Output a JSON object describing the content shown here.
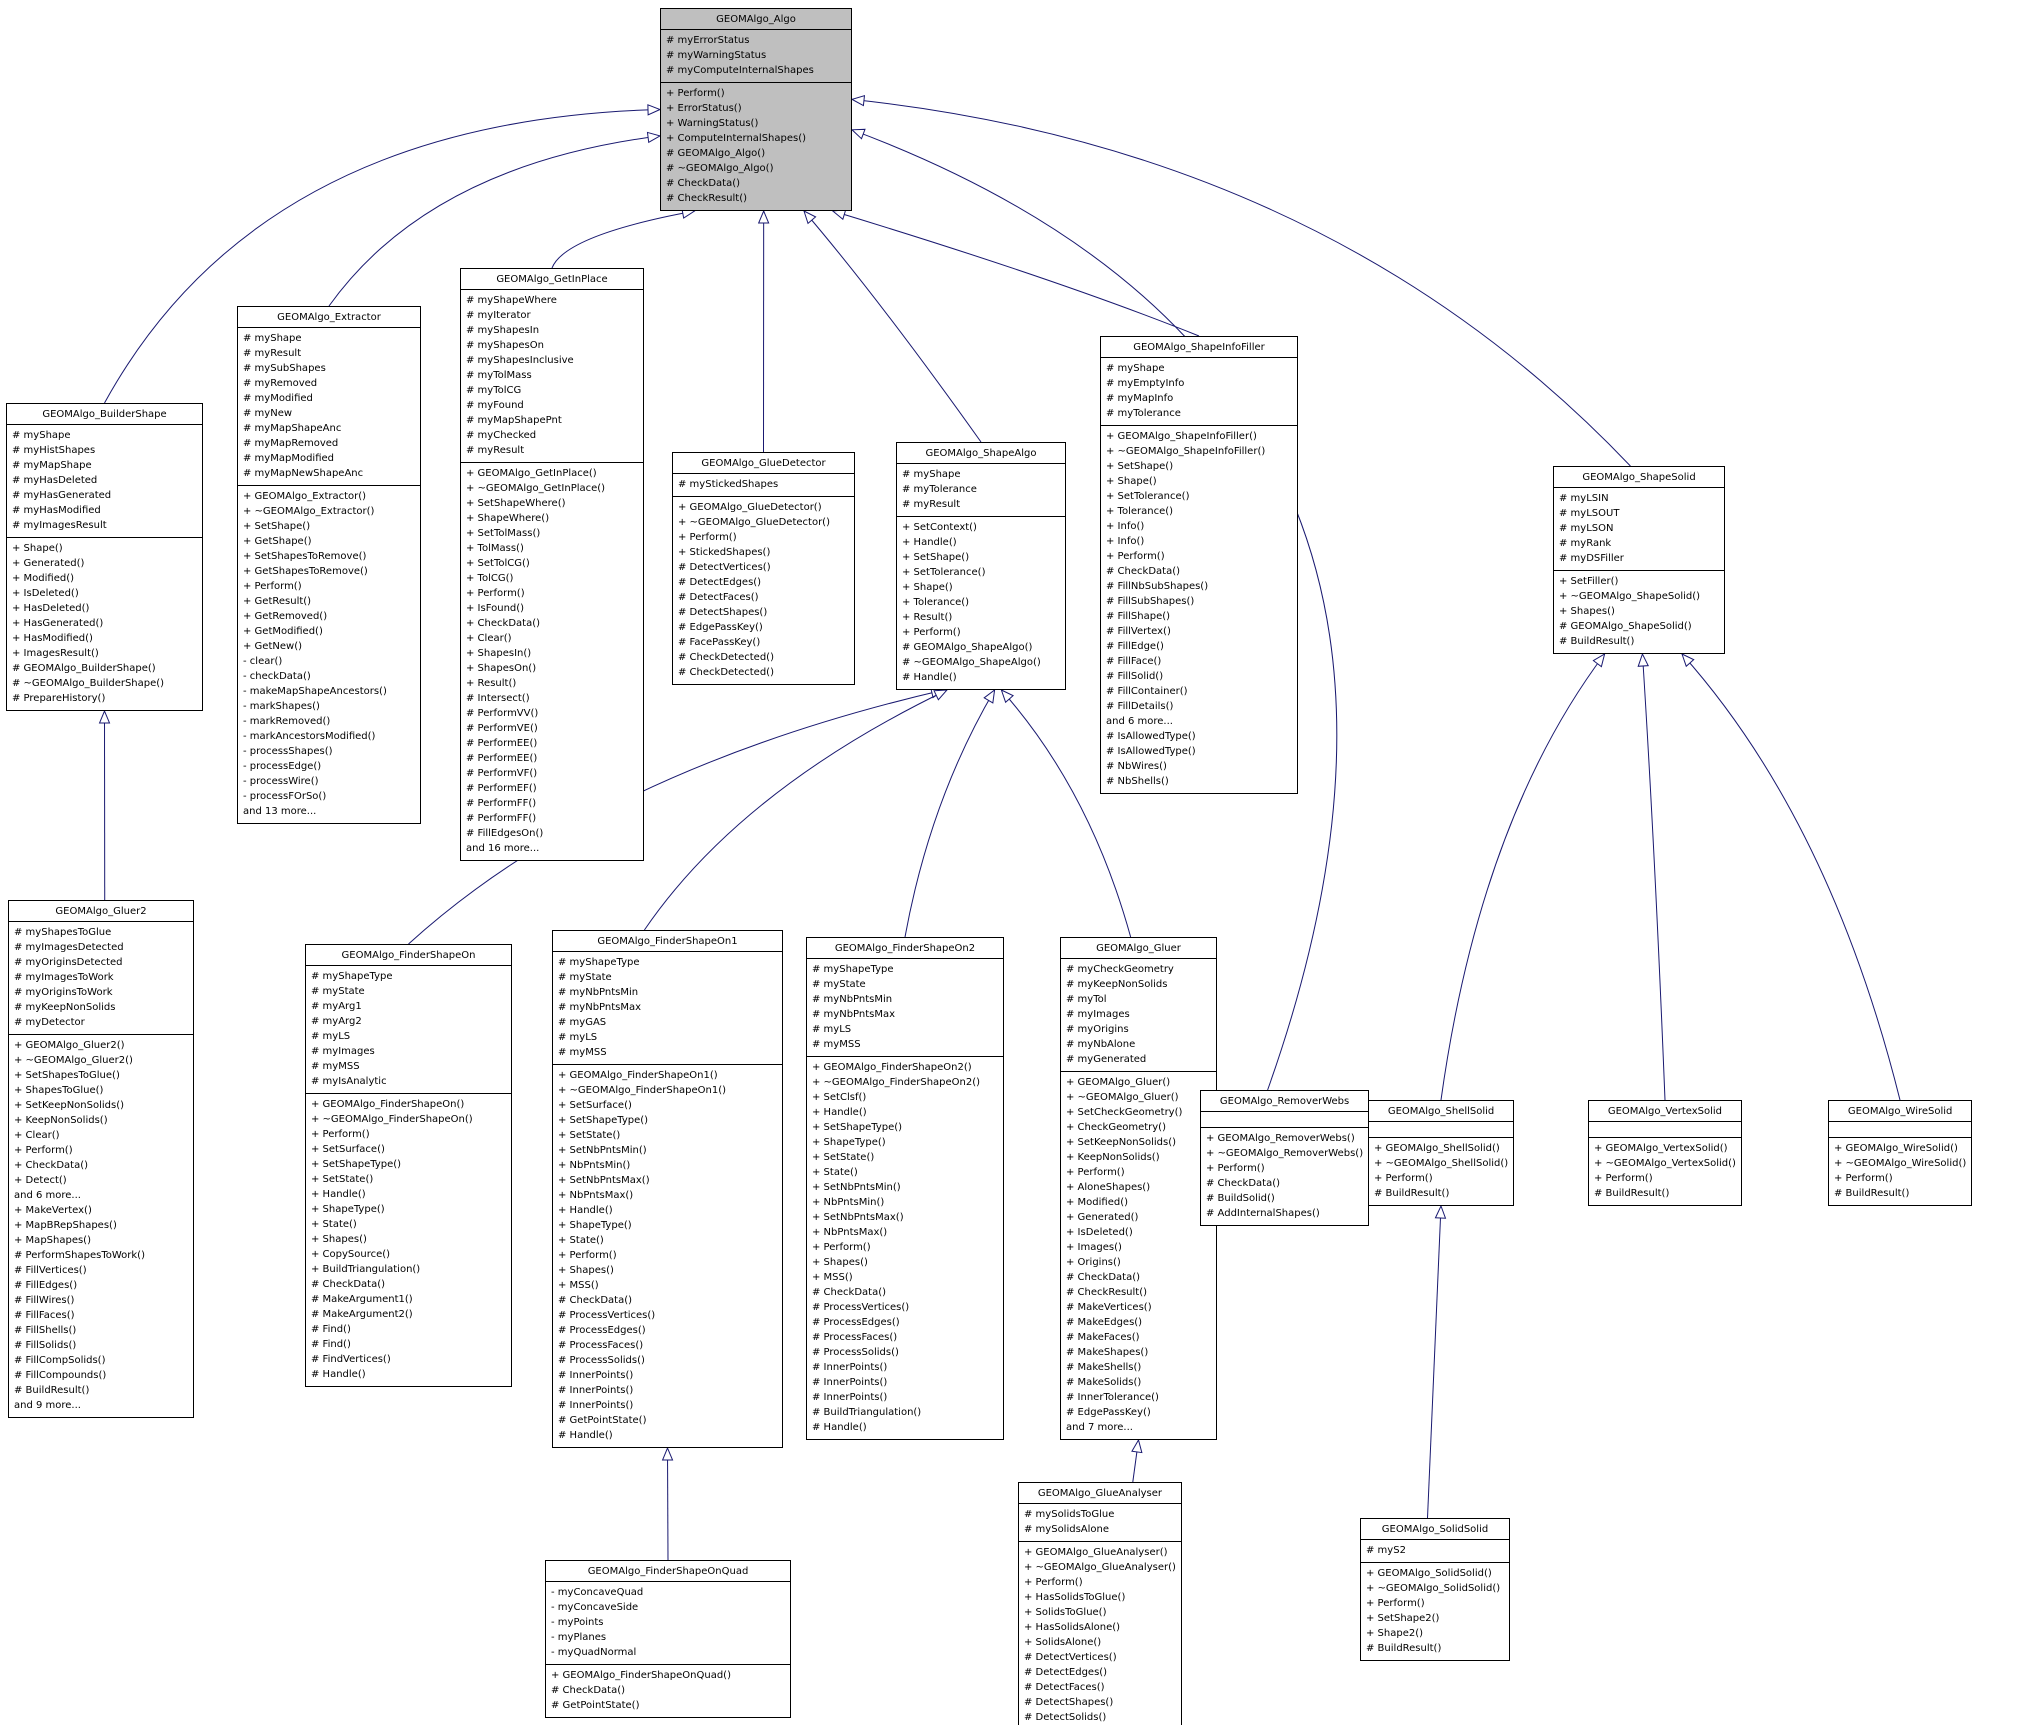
{
  "diagram": {
    "title": "GEOMAlgo inheritance graph",
    "edge_color": "#191970",
    "highlight_fill": "#bfbfbf",
    "classes": [
      {
        "id": "algo",
        "name": "GEOMAlgo_Algo",
        "highlight": true,
        "attributes": [
          "# myErrorStatus",
          "# myWarningStatus",
          "# myComputeInternalShapes"
        ],
        "methods": [
          "+ Perform()",
          "+ ErrorStatus()",
          "+ WarningStatus()",
          "+ ComputeInternalShapes()",
          "# GEOMAlgo_Algo()",
          "# ~GEOMAlgo_Algo()",
          "# CheckData()",
          "# CheckResult()"
        ]
      },
      {
        "id": "builder_shape",
        "name": "GEOMAlgo_BuilderShape",
        "highlight": false,
        "attributes": [
          "# myShape",
          "# myHistShapes",
          "# myMapShape",
          "# myHasDeleted",
          "# myHasGenerated",
          "# myHasModified",
          "# myImagesResult"
        ],
        "methods": [
          "+ Shape()",
          "+ Generated()",
          "+ Modified()",
          "+ IsDeleted()",
          "+ HasDeleted()",
          "+ HasGenerated()",
          "+ HasModified()",
          "+ ImagesResult()",
          "# GEOMAlgo_BuilderShape()",
          "# ~GEOMAlgo_BuilderShape()",
          "# PrepareHistory()"
        ]
      },
      {
        "id": "extractor",
        "name": "GEOMAlgo_Extractor",
        "highlight": false,
        "attributes": [
          "# myShape",
          "# myResult",
          "# mySubShapes",
          "# myRemoved",
          "# myModified",
          "# myNew",
          "# myMapShapeAnc",
          "# myMapRemoved",
          "# myMapModified",
          "# myMapNewShapeAnc"
        ],
        "methods": [
          "+ GEOMAlgo_Extractor()",
          "+ ~GEOMAlgo_Extractor()",
          "+ SetShape()",
          "+ GetShape()",
          "+ SetShapesToRemove()",
          "+ GetShapesToRemove()",
          "+ Perform()",
          "+ GetResult()",
          "+ GetRemoved()",
          "+ GetModified()",
          "+ GetNew()",
          "- clear()",
          "- checkData()",
          "- makeMapShapeAncestors()",
          "- markShapes()",
          "- markRemoved()",
          "- markAncestorsModified()",
          "- processShapes()",
          "- processEdge()",
          "- processWire()",
          "- processFOrSo()",
          "and 13 more..."
        ]
      },
      {
        "id": "get_in_place",
        "name": "GEOMAlgo_GetInPlace",
        "highlight": false,
        "attributes": [
          "# myShapeWhere",
          "# myIterator",
          "# myShapesIn",
          "# myShapesOn",
          "# myShapesInclusive",
          "# myTolMass",
          "# myTolCG",
          "# myFound",
          "# myMapShapePnt",
          "# myChecked",
          "# myResult"
        ],
        "methods": [
          "+ GEOMAlgo_GetInPlace()",
          "+ ~GEOMAlgo_GetInPlace()",
          "+ SetShapeWhere()",
          "+ ShapeWhere()",
          "+ SetTolMass()",
          "+ TolMass()",
          "+ SetTolCG()",
          "+ TolCG()",
          "+ Perform()",
          "+ IsFound()",
          "+ CheckData()",
          "+ Clear()",
          "+ ShapesIn()",
          "+ ShapesOn()",
          "+ Result()",
          "# Intersect()",
          "# PerformVV()",
          "# PerformVE()",
          "# PerformEE()",
          "# PerformEE()",
          "# PerformVF()",
          "# PerformEF()",
          "# PerformFF()",
          "# PerformFF()",
          "# FillEdgesOn()",
          "and 16 more..."
        ]
      },
      {
        "id": "glue_detector",
        "name": "GEOMAlgo_GlueDetector",
        "highlight": false,
        "attributes": [
          "# myStickedShapes"
        ],
        "methods": [
          "+ GEOMAlgo_GlueDetector()",
          "+ ~GEOMAlgo_GlueDetector()",
          "+ Perform()",
          "+ StickedShapes()",
          "# DetectVertices()",
          "# DetectEdges()",
          "# DetectFaces()",
          "# DetectShapes()",
          "# EdgePassKey()",
          "# FacePassKey()",
          "# CheckDetected()",
          "# CheckDetected()"
        ]
      },
      {
        "id": "shape_algo",
        "name": "GEOMAlgo_ShapeAlgo",
        "highlight": false,
        "attributes": [
          "# myShape",
          "# myTolerance",
          "# myResult"
        ],
        "methods": [
          "+ SetContext()",
          "+ Handle()",
          "+ SetShape()",
          "+ SetTolerance()",
          "+ Shape()",
          "+ Tolerance()",
          "+ Result()",
          "+ Perform()",
          "# GEOMAlgo_ShapeAlgo()",
          "# ~GEOMAlgo_ShapeAlgo()",
          "# Handle()"
        ]
      },
      {
        "id": "shape_info_filler",
        "name": "GEOMAlgo_ShapeInfoFiller",
        "highlight": false,
        "attributes": [
          "# myShape",
          "# myEmptyInfo",
          "# myMapInfo",
          "# myTolerance"
        ],
        "methods": [
          "+ GEOMAlgo_ShapeInfoFiller()",
          "+ ~GEOMAlgo_ShapeInfoFiller()",
          "+ SetShape()",
          "+ Shape()",
          "+ SetTolerance()",
          "+ Tolerance()",
          "+ Info()",
          "+ Info()",
          "+ Perform()",
          "# CheckData()",
          "# FillNbSubShapes()",
          "# FillSubShapes()",
          "# FillShape()",
          "# FillVertex()",
          "# FillEdge()",
          "# FillFace()",
          "# FillSolid()",
          "# FillContainer()",
          "# FillDetails()",
          "and 6 more...",
          "# IsAllowedType()",
          "# IsAllowedType()",
          "# NbWires()",
          "# NbShells()"
        ]
      },
      {
        "id": "shape_solid",
        "name": "GEOMAlgo_ShapeSolid",
        "highlight": false,
        "attributes": [
          "# myLSIN",
          "# myLSOUT",
          "# myLSON",
          "# myRank",
          "# myDSFiller"
        ],
        "methods": [
          "+ SetFiller()",
          "+ ~GEOMAlgo_ShapeSolid()",
          "+ Shapes()",
          "# GEOMAlgo_ShapeSolid()",
          "# BuildResult()"
        ]
      },
      {
        "id": "gluer2",
        "name": "GEOMAlgo_Gluer2",
        "highlight": false,
        "attributes": [
          "# myShapesToGlue",
          "# myImagesDetected",
          "# myOriginsDetected",
          "# myImagesToWork",
          "# myOriginsToWork",
          "# myKeepNonSolids",
          "# myDetector"
        ],
        "methods": [
          "+ GEOMAlgo_Gluer2()",
          "+ ~GEOMAlgo_Gluer2()",
          "+ SetShapesToGlue()",
          "+ ShapesToGlue()",
          "+ SetKeepNonSolids()",
          "+ KeepNonSolids()",
          "+ Clear()",
          "+ Perform()",
          "+ CheckData()",
          "+ Detect()",
          "and 6 more...",
          "+ MakeVertex()",
          "+ MapBRepShapes()",
          "+ MapShapes()",
          "# PerformShapesToWork()",
          "# FillVertices()",
          "# FillEdges()",
          "# FillWires()",
          "# FillFaces()",
          "# FillShells()",
          "# FillSolids()",
          "# FillCompSolids()",
          "# FillCompounds()",
          "# BuildResult()",
          "and 9 more..."
        ]
      },
      {
        "id": "finder_shape_on",
        "name": "GEOMAlgo_FinderShapeOn",
        "highlight": false,
        "attributes": [
          "# myShapeType",
          "# myState",
          "# myArg1",
          "# myArg2",
          "# myLS",
          "# myImages",
          "# myMSS",
          "# myIsAnalytic"
        ],
        "methods": [
          "+ GEOMAlgo_FinderShapeOn()",
          "+ ~GEOMAlgo_FinderShapeOn()",
          "+ Perform()",
          "+ SetSurface()",
          "+ SetShapeType()",
          "+ SetState()",
          "+ Handle()",
          "+ ShapeType()",
          "+ State()",
          "+ Shapes()",
          "+ CopySource()",
          "+ BuildTriangulation()",
          "# CheckData()",
          "# MakeArgument1()",
          "# MakeArgument2()",
          "# Find()",
          "# Find()",
          "# FindVertices()",
          "# Handle()"
        ]
      },
      {
        "id": "finder_shape_on1",
        "name": "GEOMAlgo_FinderShapeOn1",
        "highlight": false,
        "attributes": [
          "# myShapeType",
          "# myState",
          "# myNbPntsMin",
          "# myNbPntsMax",
          "# myGAS",
          "# myLS",
          "# myMSS"
        ],
        "methods": [
          "+ GEOMAlgo_FinderShapeOn1()",
          "+ ~GEOMAlgo_FinderShapeOn1()",
          "+ SetSurface()",
          "+ SetShapeType()",
          "+ SetState()",
          "+ SetNbPntsMin()",
          "+ NbPntsMin()",
          "+ SetNbPntsMax()",
          "+ NbPntsMax()",
          "+ Handle()",
          "+ ShapeType()",
          "+ State()",
          "+ Perform()",
          "+ Shapes()",
          "+ MSS()",
          "# CheckData()",
          "# ProcessVertices()",
          "# ProcessEdges()",
          "# ProcessFaces()",
          "# ProcessSolids()",
          "# InnerPoints()",
          "# InnerPoints()",
          "# InnerPoints()",
          "# GetPointState()",
          "# Handle()"
        ]
      },
      {
        "id": "finder_shape_on2",
        "name": "GEOMAlgo_FinderShapeOn2",
        "highlight": false,
        "attributes": [
          "# myShapeType",
          "# myState",
          "# myNbPntsMin",
          "# myNbPntsMax",
          "# myLS",
          "# myMSS"
        ],
        "methods": [
          "+ GEOMAlgo_FinderShapeOn2()",
          "+ ~GEOMAlgo_FinderShapeOn2()",
          "+ SetClsf()",
          "+ Handle()",
          "+ SetShapeType()",
          "+ ShapeType()",
          "+ SetState()",
          "+ State()",
          "+ SetNbPntsMin()",
          "+ NbPntsMin()",
          "+ SetNbPntsMax()",
          "+ NbPntsMax()",
          "+ Perform()",
          "+ Shapes()",
          "+ MSS()",
          "# CheckData()",
          "# ProcessVertices()",
          "# ProcessEdges()",
          "# ProcessFaces()",
          "# ProcessSolids()",
          "# InnerPoints()",
          "# InnerPoints()",
          "# InnerPoints()",
          "# BuildTriangulation()",
          "# Handle()"
        ]
      },
      {
        "id": "gluer",
        "name": "GEOMAlgo_Gluer",
        "highlight": false,
        "attributes": [
          "# myCheckGeometry",
          "# myKeepNonSolids",
          "# myTol",
          "# myImages",
          "# myOrigins",
          "# myNbAlone",
          "# myGenerated"
        ],
        "methods": [
          "+ GEOMAlgo_Gluer()",
          "+ ~GEOMAlgo_Gluer()",
          "+ SetCheckGeometry()",
          "+ CheckGeometry()",
          "+ SetKeepNonSolids()",
          "+ KeepNonSolids()",
          "+ Perform()",
          "+ AloneShapes()",
          "+ Modified()",
          "+ Generated()",
          "+ IsDeleted()",
          "+ Images()",
          "+ Origins()",
          "# CheckData()",
          "# CheckResult()",
          "# MakeVertices()",
          "# MakeEdges()",
          "# MakeFaces()",
          "# MakeShapes()",
          "# MakeShells()",
          "# MakeSolids()",
          "# InnerTolerance()",
          "# EdgePassKey()",
          "and 7 more..."
        ]
      },
      {
        "id": "remover_webs",
        "name": "GEOMAlgo_RemoverWebs",
        "highlight": false,
        "attributes": [],
        "methods": [
          "+ GEOMAlgo_RemoverWebs()",
          "+ ~GEOMAlgo_RemoverWebs()",
          "+ Perform()",
          "# CheckData()",
          "# BuildSolid()",
          "# AddInternalShapes()"
        ]
      },
      {
        "id": "shell_solid",
        "name": "GEOMAlgo_ShellSolid",
        "highlight": false,
        "attributes": [],
        "methods": [
          "+ GEOMAlgo_ShellSolid()",
          "+ ~GEOMAlgo_ShellSolid()",
          "+ Perform()",
          "# BuildResult()"
        ]
      },
      {
        "id": "vertex_solid",
        "name": "GEOMAlgo_VertexSolid",
        "highlight": false,
        "attributes": [],
        "methods": [
          "+ GEOMAlgo_VertexSolid()",
          "+ ~GEOMAlgo_VertexSolid()",
          "+ Perform()",
          "# BuildResult()"
        ]
      },
      {
        "id": "wire_solid",
        "name": "GEOMAlgo_WireSolid",
        "highlight": false,
        "attributes": [],
        "methods": [
          "+ GEOMAlgo_WireSolid()",
          "+ ~GEOMAlgo_WireSolid()",
          "+ Perform()",
          "# BuildResult()"
        ]
      },
      {
        "id": "finder_shape_on_quad",
        "name": "GEOMAlgo_FinderShapeOnQuad",
        "highlight": false,
        "attributes": [
          "- myConcaveQuad",
          "- myConcaveSide",
          "- myPoints",
          "- myPlanes",
          "- myQuadNormal"
        ],
        "methods": [
          "+ GEOMAlgo_FinderShapeOnQuad()",
          "# CheckData()",
          "# GetPointState()"
        ]
      },
      {
        "id": "glue_analyser",
        "name": "GEOMAlgo_GlueAnalyser",
        "highlight": false,
        "attributes": [
          "# mySolidsToGlue",
          "# mySolidsAlone"
        ],
        "methods": [
          "+ GEOMAlgo_GlueAnalyser()",
          "+ ~GEOMAlgo_GlueAnalyser()",
          "+ Perform()",
          "+ HasSolidsToGlue()",
          "+ SolidsToGlue()",
          "+ HasSolidsAlone()",
          "+ SolidsAlone()",
          "# DetectVertices()",
          "# DetectEdges()",
          "# DetectFaces()",
          "# DetectShapes()",
          "# DetectSolids()"
        ]
      },
      {
        "id": "solid_solid",
        "name": "GEOMAlgo_SolidSolid",
        "highlight": false,
        "attributes": [
          "# myS2"
        ],
        "methods": [
          "+ GEOMAlgo_SolidSolid()",
          "+ ~GEOMAlgo_SolidSolid()",
          "+ Perform()",
          "+ SetShape2()",
          "+ Shape2()",
          "# BuildResult()"
        ]
      }
    ],
    "edges": [
      {
        "child": "builder_shape",
        "parent": "algo"
      },
      {
        "child": "extractor",
        "parent": "algo"
      },
      {
        "child": "get_in_place",
        "parent": "algo"
      },
      {
        "child": "glue_detector",
        "parent": "algo"
      },
      {
        "child": "shape_algo",
        "parent": "algo"
      },
      {
        "child": "shape_info_filler",
        "parent": "algo"
      },
      {
        "child": "shape_solid",
        "parent": "algo"
      },
      {
        "child": "remover_webs",
        "parent": "algo"
      },
      {
        "child": "gluer2",
        "parent": "builder_shape"
      },
      {
        "child": "finder_shape_on",
        "parent": "shape_algo"
      },
      {
        "child": "finder_shape_on1",
        "parent": "shape_algo"
      },
      {
        "child": "finder_shape_on2",
        "parent": "shape_algo"
      },
      {
        "child": "gluer",
        "parent": "shape_algo"
      },
      {
        "child": "glue_analyser",
        "parent": "gluer"
      },
      {
        "child": "finder_shape_on_quad",
        "parent": "finder_shape_on1"
      },
      {
        "child": "shell_solid",
        "parent": "shape_solid"
      },
      {
        "child": "vertex_solid",
        "parent": "shape_solid"
      },
      {
        "child": "wire_solid",
        "parent": "shape_solid"
      },
      {
        "child": "solid_solid",
        "parent": "shell_solid"
      }
    ]
  }
}
